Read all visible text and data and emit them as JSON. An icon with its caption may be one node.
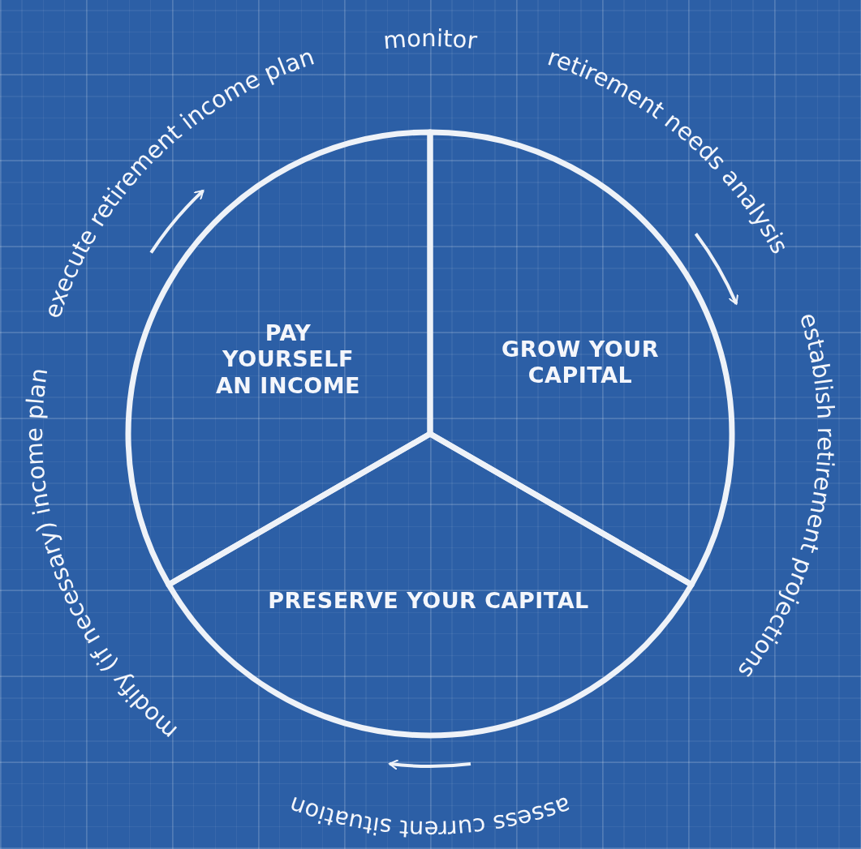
{
  "diagram": {
    "nodes": [
      {
        "text": [
          "PAY YOURSELF AN INCOME"
        ]
      },
      {
        "text": [
          "GROW YOUR CAPITAL"
        ]
      },
      {
        "text": [
          "PRESERVE YOUR CAPITAL"
        ]
      }
    ],
    "labels": [
      "monitor",
      "retirement needs analysis",
      "establish retirement projections",
      "assess current situation",
      "modify (if necessary) income plan",
      "execute retirement income plan"
    ]
  }
}
